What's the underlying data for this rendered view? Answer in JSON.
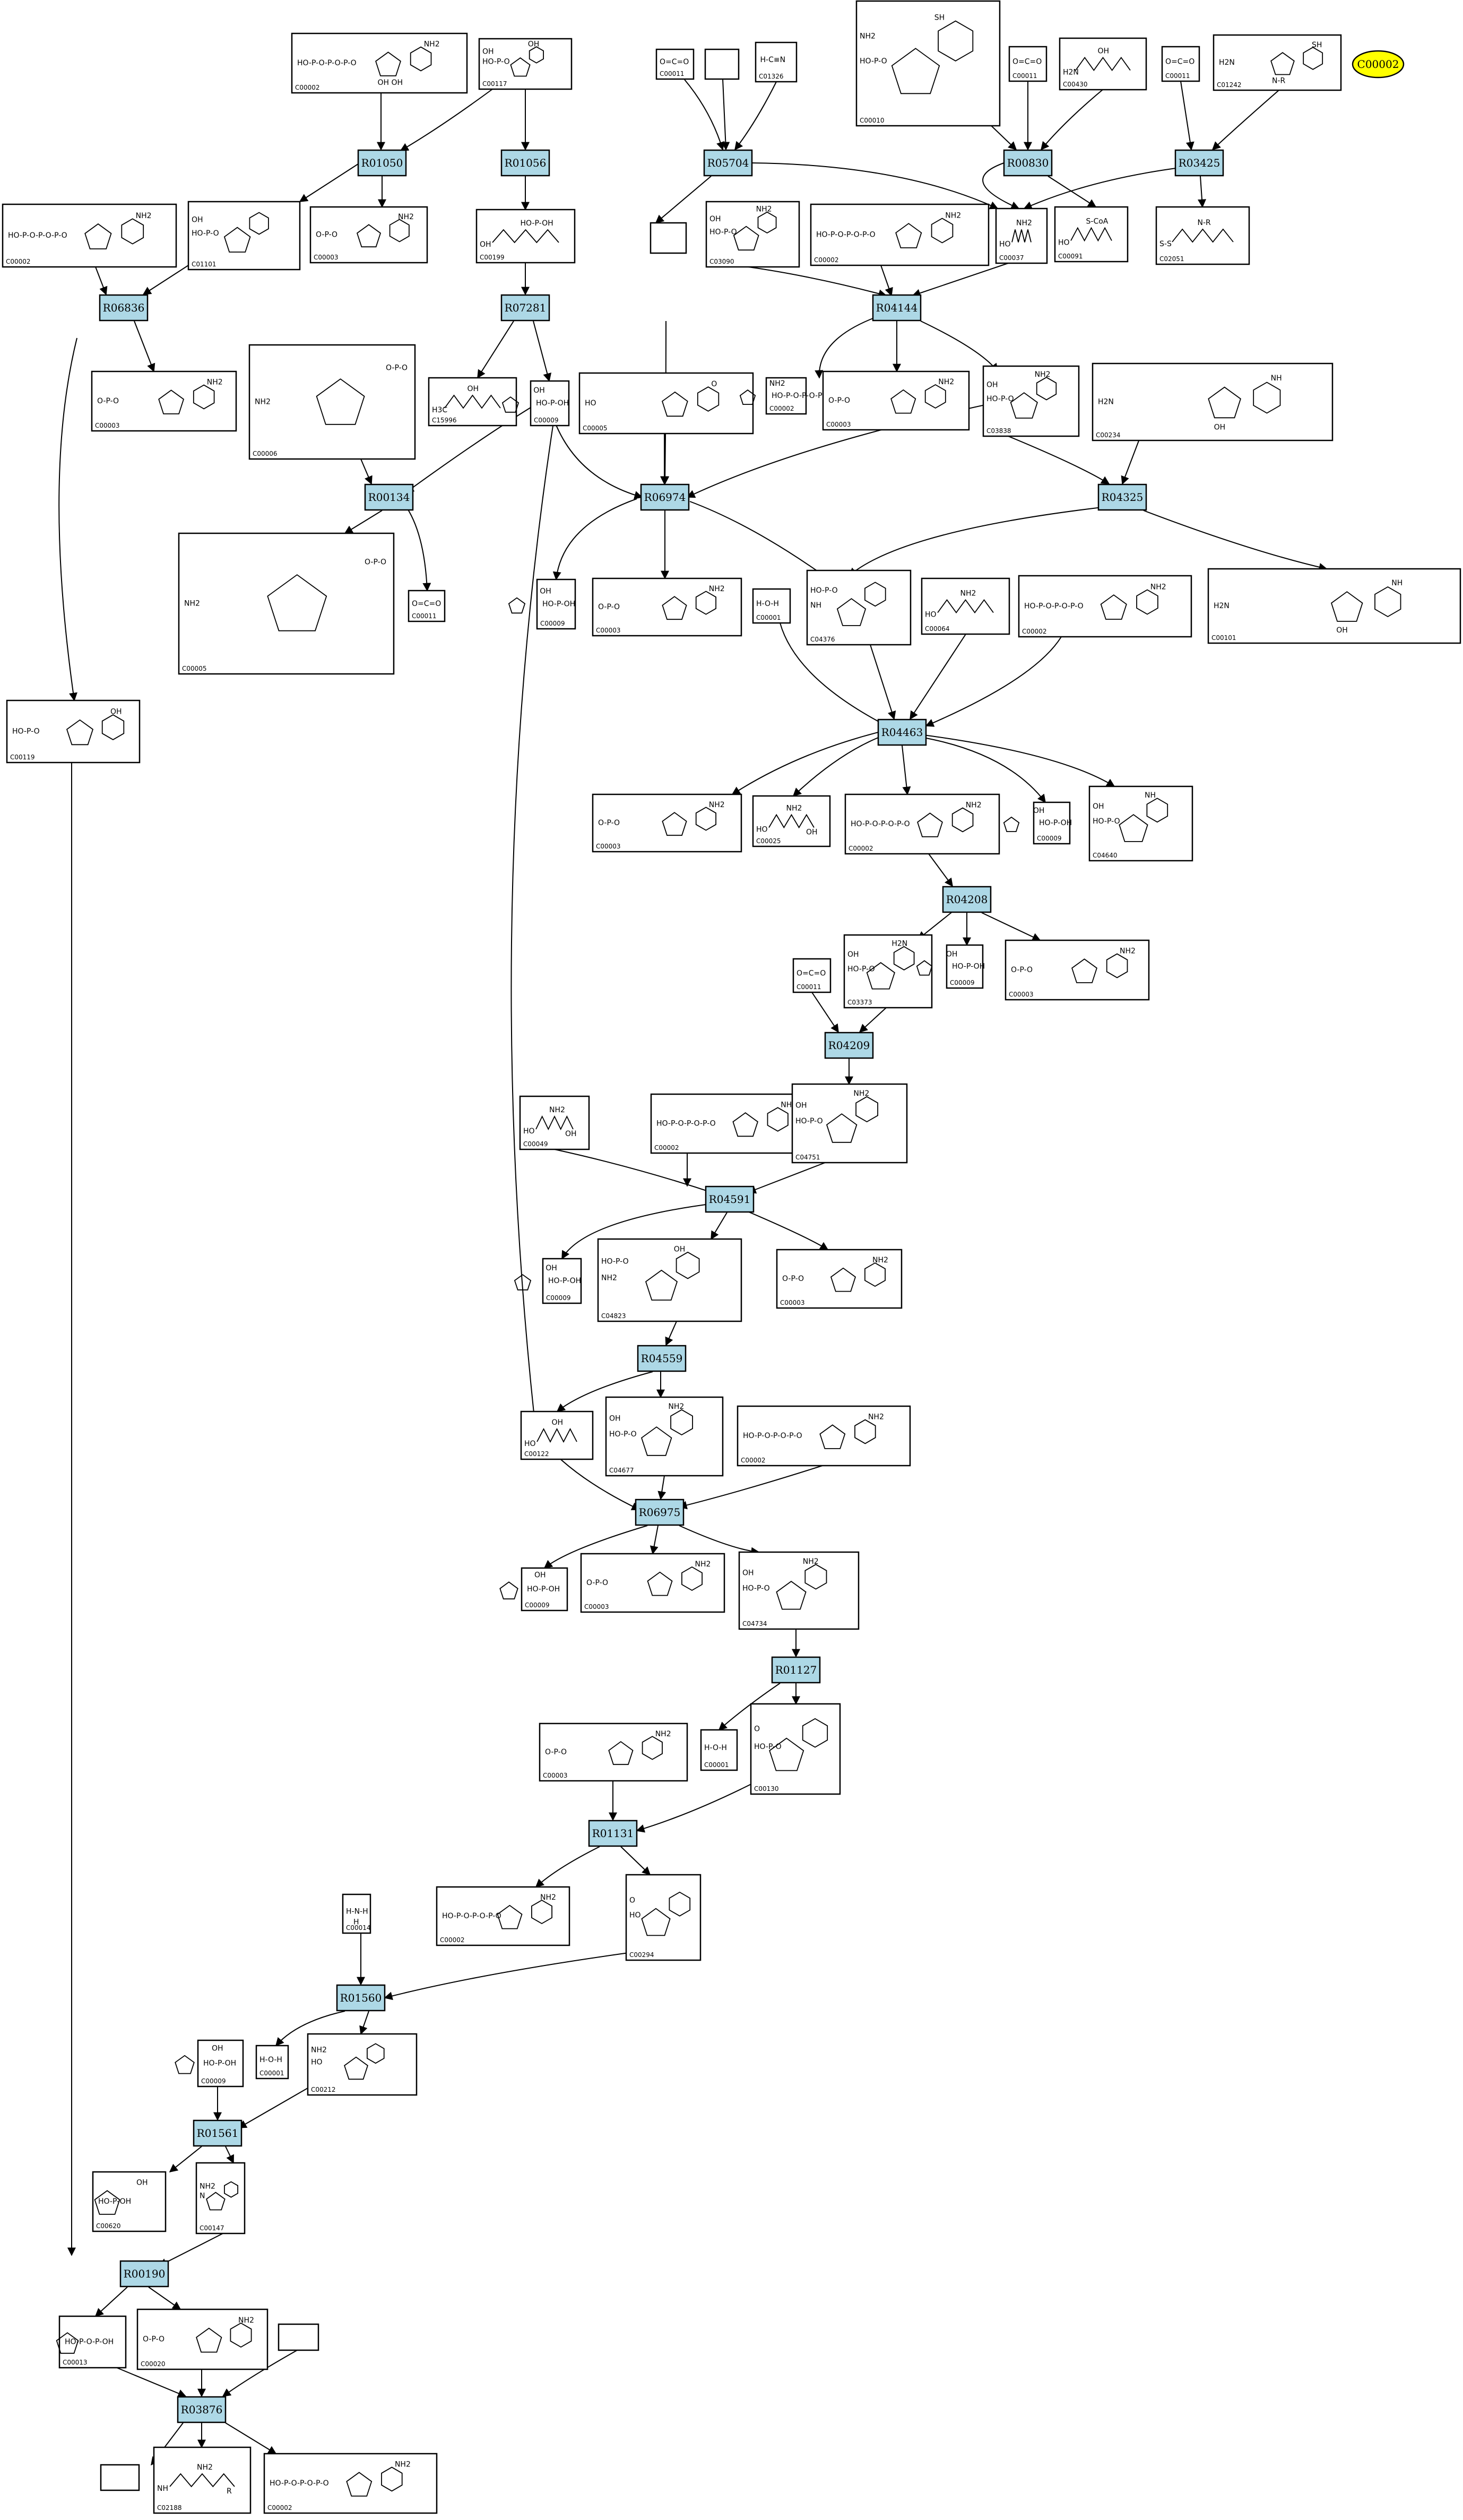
{
  "colors": {
    "reaction_fill": "#add8e6",
    "oval_fill": "#ffff00"
  },
  "oval": {
    "label": "C00002"
  },
  "reactions": [
    {
      "id": "R01050"
    },
    {
      "id": "R01056"
    },
    {
      "id": "R05704"
    },
    {
      "id": "R00830"
    },
    {
      "id": "R03425"
    },
    {
      "id": "R06836"
    },
    {
      "id": "R07281"
    },
    {
      "id": "R04144"
    },
    {
      "id": "R00134"
    },
    {
      "id": "R06974"
    },
    {
      "id": "R04325"
    },
    {
      "id": "R04463"
    },
    {
      "id": "R04208"
    },
    {
      "id": "R04209"
    },
    {
      "id": "R04591"
    },
    {
      "id": "R04559"
    },
    {
      "id": "R06975"
    },
    {
      "id": "R01127"
    },
    {
      "id": "R01131"
    },
    {
      "id": "R01560"
    },
    {
      "id": "R01561"
    },
    {
      "id": "R00190"
    },
    {
      "id": "R03876"
    }
  ],
  "compounds": [
    {
      "label": "C00002",
      "mol": "atp",
      "text": [
        "HO-P-O-P-O-P-O",
        "NH2",
        "OH OH"
      ]
    },
    {
      "label": "C00117",
      "mol": "ribose5p",
      "text": [
        "OH",
        "HO-P-O",
        "OH"
      ]
    },
    {
      "label": "C00011",
      "mol": "co2",
      "text": [
        "O=C=O"
      ]
    },
    {
      "label": "",
      "mol": "none",
      "text": []
    },
    {
      "label": "C01326",
      "mol": "hcn",
      "text": [
        "H-C≡N"
      ]
    },
    {
      "label": "C00010",
      "mol": "coa",
      "text": [
        "NH2",
        "HO-P-O",
        "SH"
      ]
    },
    {
      "label": "C00011",
      "mol": "co2",
      "text": [
        "O=C=O"
      ]
    },
    {
      "label": "C00430",
      "mol": "ala",
      "text": [
        "H2N",
        "OH"
      ]
    },
    {
      "label": "C00011",
      "mol": "co2",
      "text": [
        "O=C=O"
      ]
    },
    {
      "label": "C01242",
      "mol": "lipo",
      "text": [
        "H2N",
        "SH",
        "N-R"
      ]
    },
    {
      "label": "C00002",
      "mol": "atp",
      "text": [
        "HO-P-O-P-O-P-O",
        "NH2"
      ]
    },
    {
      "label": "C01101",
      "mol": "ribose5p",
      "text": [
        "OH",
        "HO-P-O"
      ]
    },
    {
      "label": "C00003",
      "mol": "amp",
      "text": [
        "O-P-O",
        "NH2"
      ]
    },
    {
      "label": "C00199",
      "mol": "ru5p",
      "text": [
        "OH",
        "HO-P-OH"
      ]
    },
    {
      "label": "",
      "mol": "none",
      "text": []
    },
    {
      "label": "C03090",
      "mol": "pra",
      "text": [
        "OH",
        "HO-P-O",
        "NH2"
      ]
    },
    {
      "label": "C00002",
      "mol": "atp",
      "text": [
        "HO-P-O-P-O-P-O",
        "NH2"
      ]
    },
    {
      "label": "C00037",
      "mol": "gly",
      "text": [
        "HO",
        "NH2"
      ]
    },
    {
      "label": "C00091",
      "mol": "scoa",
      "text": [
        "HO",
        "S-CoA"
      ]
    },
    {
      "label": "C02051",
      "mol": "lipo2",
      "text": [
        "S-S",
        "N-R"
      ]
    },
    {
      "label": "C00003",
      "mol": "amp",
      "text": [
        "O-P-O",
        "NH2"
      ]
    },
    {
      "label": "C15996",
      "mol": "ru5p",
      "text": [
        "H3C",
        "OH"
      ]
    },
    {
      "label": "C00006",
      "mol": "nadp",
      "text": [
        "NH2",
        "O-P-O"
      ]
    },
    {
      "label": "C00009",
      "mol": "pi",
      "text": [
        "HO-P-OH",
        "OH"
      ]
    },
    {
      "label": "C00005",
      "mol": "formate",
      "text": [
        "HO",
        "O"
      ]
    },
    {
      "label": "C00002",
      "mol": "atp",
      "text": [
        "HO-P-O-P-O-P-O",
        "NH2"
      ]
    },
    {
      "label": "C00003",
      "mol": "amp",
      "text": [
        "O-P-O",
        "NH2"
      ]
    },
    {
      "label": "C03838",
      "mol": "gar",
      "text": [
        "OH",
        "HO-P-O",
        "NH2"
      ]
    },
    {
      "label": "C00234",
      "mol": "fthf",
      "text": [
        "H2N",
        "NH",
        "OH"
      ]
    },
    {
      "label": "C00005",
      "mol": "nadph",
      "text": [
        "NH2",
        "O-P-O"
      ]
    },
    {
      "label": "C00011",
      "mol": "co2",
      "text": [
        "O=C=O"
      ]
    },
    {
      "label": "C00009",
      "mol": "pi",
      "text": [
        "HO-P-OH",
        "OH"
      ]
    },
    {
      "label": "C00003",
      "mol": "amp",
      "text": [
        "O-P-O",
        "NH2"
      ]
    },
    {
      "label": "C00001",
      "mol": "h2o",
      "text": [
        "H-O-H"
      ]
    },
    {
      "label": "C04376",
      "mol": "fgar",
      "text": [
        "HO-P-O",
        "NH"
      ]
    },
    {
      "label": "C00064",
      "mol": "gln",
      "text": [
        "HO",
        "NH2"
      ]
    },
    {
      "label": "C00002",
      "mol": "atp",
      "text": [
        "HO-P-O-P-O-P-O",
        "NH2"
      ]
    },
    {
      "label": "C00101",
      "mol": "thf",
      "text": [
        "H2N",
        "NH",
        "OH"
      ]
    },
    {
      "label": "C00119",
      "mol": "prpp",
      "text": [
        "HO-P-O",
        "OH"
      ]
    },
    {
      "label": "C00003",
      "mol": "amp",
      "text": [
        "O-P-O",
        "NH2"
      ]
    },
    {
      "label": "C00025",
      "mol": "glu",
      "text": [
        "HO",
        "NH2",
        "OH"
      ]
    },
    {
      "label": "C00002",
      "mol": "atp",
      "text": [
        "HO-P-O-P-O-P-O",
        "NH2"
      ]
    },
    {
      "label": "C00009",
      "mol": "pi",
      "text": [
        "HO-P-OH",
        "OH"
      ]
    },
    {
      "label": "C04640",
      "mol": "fgam",
      "text": [
        "OH",
        "HO-P-O",
        "NH"
      ]
    },
    {
      "label": "C00011",
      "mol": "co2",
      "text": [
        "O=C=O"
      ]
    },
    {
      "label": "C03373",
      "mol": "air",
      "text": [
        "OH",
        "HO-P-O",
        "H2N"
      ]
    },
    {
      "label": "C00009",
      "mol": "pi",
      "text": [
        "HO-P-OH",
        "OH"
      ]
    },
    {
      "label": "C00003",
      "mol": "amp",
      "text": [
        "O-P-O",
        "NH2"
      ]
    },
    {
      "label": "C00049",
      "mol": "asp",
      "text": [
        "HO",
        "NH2",
        "OH"
      ]
    },
    {
      "label": "C00002",
      "mol": "atp",
      "text": [
        "HO-P-O-P-O-P-O",
        "NH2"
      ]
    },
    {
      "label": "C04751",
      "mol": "cair",
      "text": [
        "OH",
        "HO-P-O",
        "NH2"
      ]
    },
    {
      "label": "C00009",
      "mol": "pi",
      "text": [
        "HO-P-OH",
        "OH"
      ]
    },
    {
      "label": "C04823",
      "mol": "saicar",
      "text": [
        "HO-P-O",
        "NH2",
        "OH"
      ]
    },
    {
      "label": "C00003",
      "mol": "amp",
      "text": [
        "O-P-O",
        "NH2"
      ]
    },
    {
      "label": "C00122",
      "mol": "fum",
      "text": [
        "HO",
        "OH"
      ]
    },
    {
      "label": "C04677",
      "mol": "aicar",
      "text": [
        "OH",
        "HO-P-O",
        "NH2"
      ]
    },
    {
      "label": "C00002",
      "mol": "atp",
      "text": [
        "HO-P-O-P-O-P-O",
        "NH2"
      ]
    },
    {
      "label": "C00009",
      "mol": "pi",
      "text": [
        "HO-P-OH",
        "OH"
      ]
    },
    {
      "label": "C00003",
      "mol": "amp",
      "text": [
        "O-P-O",
        "NH2"
      ]
    },
    {
      "label": "C04734",
      "mol": "faicar",
      "text": [
        "OH",
        "HO-P-O",
        "NH2"
      ]
    },
    {
      "label": "C00003",
      "mol": "amp",
      "text": [
        "O-P-O",
        "NH2"
      ]
    },
    {
      "label": "C00001",
      "mol": "h2o",
      "text": [
        "H-O-H"
      ]
    },
    {
      "label": "C00130",
      "mol": "imp",
      "text": [
        "O",
        "HO-P-O"
      ]
    },
    {
      "label": "C00014",
      "mol": "nh3",
      "text": [
        "H-N-H",
        "H"
      ]
    },
    {
      "label": "C00002",
      "mol": "atp",
      "text": [
        "HO-P-O-P-O-P-O",
        "NH2"
      ]
    },
    {
      "label": "C00294",
      "mol": "ino",
      "text": [
        "O",
        "HO"
      ]
    },
    {
      "label": "C00009",
      "mol": "pi",
      "text": [
        "HO-P-OH",
        "OH"
      ]
    },
    {
      "label": "C00001",
      "mol": "h2o",
      "text": [
        "H-O-H"
      ]
    },
    {
      "label": "C00212",
      "mol": "ado",
      "text": [
        "NH2",
        "HO"
      ]
    },
    {
      "label": "C00620",
      "mol": "r1p",
      "text": [
        "HO-P-OH",
        "OH"
      ]
    },
    {
      "label": "C00147",
      "mol": "ade",
      "text": [
        "NH2",
        "N"
      ]
    },
    {
      "label": "C00013",
      "mol": "ppi",
      "text": [
        "HO-P-O-P-OH"
      ]
    },
    {
      "label": "C00020",
      "mol": "amp",
      "text": [
        "O-P-O",
        "NH2"
      ]
    },
    {
      "label": "",
      "mol": "none",
      "text": []
    },
    {
      "label": "",
      "mol": "none",
      "text": []
    },
    {
      "label": "C02188",
      "mol": "lys",
      "text": [
        "NH",
        "NH2",
        "R"
      ]
    },
    {
      "label": "C00002",
      "mol": "atp",
      "text": [
        "HO-P-O-P-O-P-O",
        "NH2"
      ]
    }
  ]
}
